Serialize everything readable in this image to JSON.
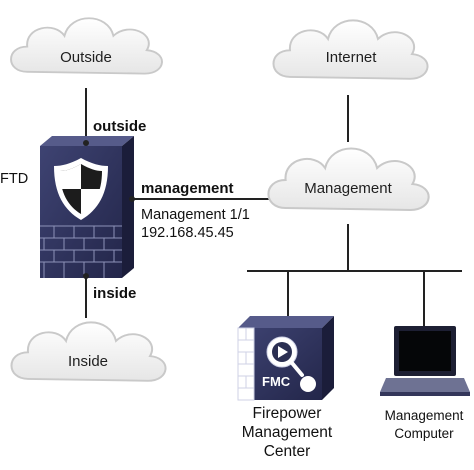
{
  "clouds": {
    "outside": "Outside",
    "internet": "Internet",
    "management": "Management",
    "inside": "Inside"
  },
  "ftd": {
    "label": "FTD"
  },
  "interfaces": {
    "outside": "outside",
    "management": "management",
    "management_port": "Management 1/1",
    "management_ip": "192.168.45.45",
    "inside": "inside"
  },
  "fmc": {
    "badge": "FMC",
    "label_lines": [
      "Firepower",
      "Management",
      "Center"
    ]
  },
  "computer": {
    "label_lines": [
      "Management",
      "Computer"
    ]
  },
  "colors": {
    "device_dark": "#2b2f52",
    "device_mid": "#3d4270",
    "cloud_fill": "#f4f4f4",
    "cloud_stroke": "#c9c9c9"
  },
  "icons": [
    "shield-icon",
    "firewall-brick-icon",
    "magnifier-icon",
    "laptop-icon",
    "cloud-icon"
  ]
}
